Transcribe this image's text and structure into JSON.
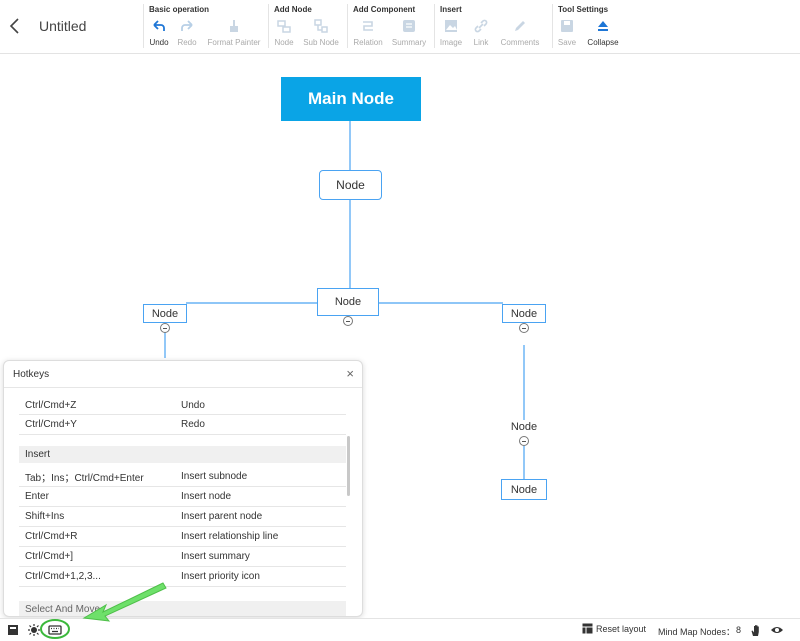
{
  "header": {
    "title": "Untitled",
    "groups": [
      {
        "title": "Basic operation",
        "tools": [
          {
            "label": "Undo",
            "icon": "undo-icon"
          },
          {
            "label": "Redo",
            "icon": "redo-icon"
          },
          {
            "label": "Format Painter",
            "icon": "format-painter-icon"
          }
        ]
      },
      {
        "title": "Add Node",
        "tools": [
          {
            "label": "Node",
            "icon": "node-icon"
          },
          {
            "label": "Sub Node",
            "icon": "sub-node-icon"
          }
        ]
      },
      {
        "title": "Add Component",
        "tools": [
          {
            "label": "Relation",
            "icon": "relation-icon"
          },
          {
            "label": "Summary",
            "icon": "summary-icon"
          }
        ]
      },
      {
        "title": "Insert",
        "tools": [
          {
            "label": "Image",
            "icon": "image-icon"
          },
          {
            "label": "Link",
            "icon": "link-icon"
          },
          {
            "label": "Comments",
            "icon": "comments-icon"
          }
        ]
      },
      {
        "title": "Tool Settings",
        "tools": [
          {
            "label": "Save",
            "icon": "save-icon"
          },
          {
            "label": "Collapse",
            "icon": "collapse-icon"
          }
        ]
      }
    ]
  },
  "mindmap": {
    "main_node": "Main Node",
    "node_label": "Node"
  },
  "hotkeys": {
    "title": "Hotkeys",
    "close": "×",
    "rows_top": [
      {
        "key": "Ctrl/Cmd+Z",
        "action": "Undo"
      },
      {
        "key": "Ctrl/Cmd+Y",
        "action": "Redo"
      }
    ],
    "section_insert": "Insert",
    "rows_insert": [
      {
        "key": "Tab；Ins；Ctrl/Cmd+Enter",
        "action": "Insert subnode"
      },
      {
        "key": "Enter",
        "action": "Insert node"
      },
      {
        "key": "Shift+Ins",
        "action": "Insert parent node"
      },
      {
        "key": "Ctrl/Cmd+R",
        "action": "Insert relationship line"
      },
      {
        "key": "Ctrl/Cmd+]",
        "action": "Insert summary"
      },
      {
        "key": "Ctrl/Cmd+1,2,3...",
        "action": "Insert priority icon"
      }
    ],
    "section_next": "Select And Move"
  },
  "statusbar": {
    "reset_layout": "Reset layout",
    "node_count_label": "Mind Map Nodes：",
    "node_count": "8"
  },
  "colors": {
    "accent": "#0aa4e6",
    "node_border": "#4aa3f2",
    "edge": "#4aa3f2",
    "annotation_arrow": "#6ee06a",
    "annotation_circle": "#3cb83c"
  }
}
